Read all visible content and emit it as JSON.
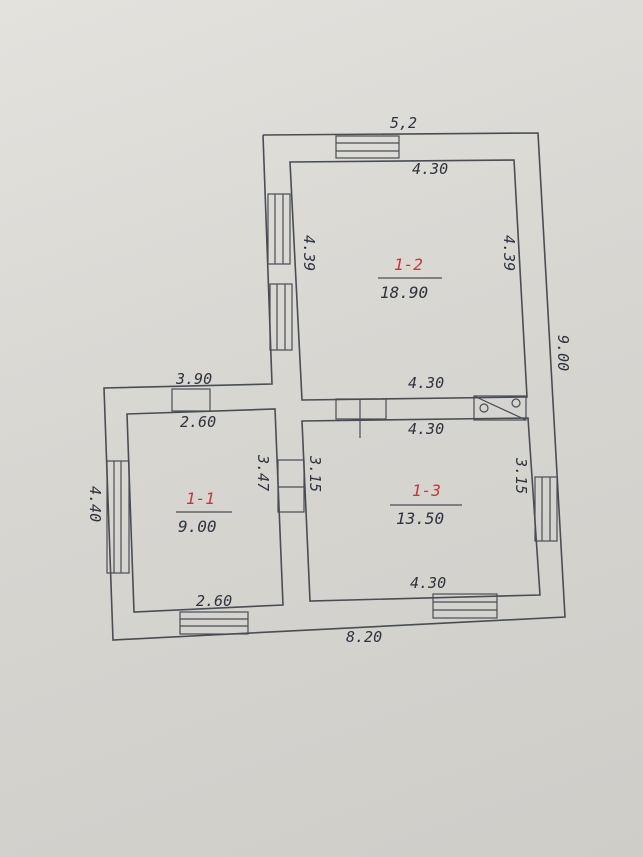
{
  "dimensions": {
    "top_overall": "5,2",
    "right_overall": "9.00",
    "bottom_overall": "8.20",
    "left_overall": "4.40",
    "room2_top": "4.30",
    "room2_left": "4.39",
    "room2_right": "4.39",
    "room2_bottom": "4.30",
    "room3_top": "4.30",
    "room3_left": "3.15",
    "room3_right": "3.15",
    "room3_bottom": "4.30",
    "room1_top": "2.60",
    "room1_bottom": "2.60",
    "room1_right": "3.47",
    "ext_top_left": "3.90"
  },
  "rooms": [
    {
      "id": "1-1",
      "area": "9.00"
    },
    {
      "id": "1-2",
      "area": "18.90"
    },
    {
      "id": "1-3",
      "area": "13.50"
    }
  ]
}
